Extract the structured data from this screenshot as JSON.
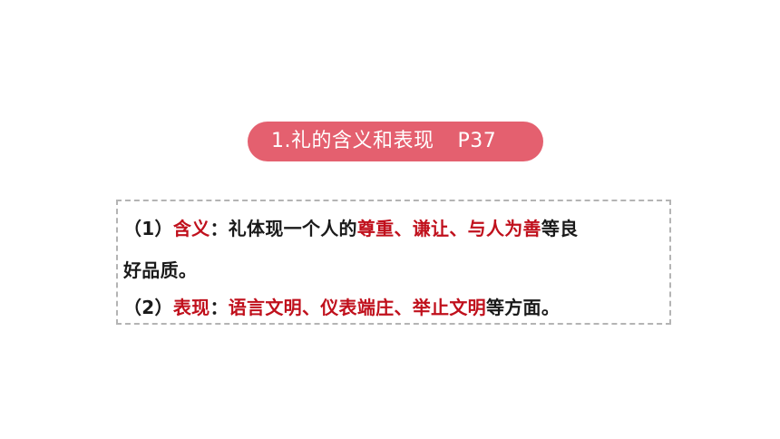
{
  "title": {
    "text": "1.礼的含义和表现",
    "page_ref": "P37"
  },
  "item1": {
    "num": "（1）",
    "label": "含义",
    "colon": "：",
    "text_before": "礼体现一个人的",
    "keywords": "尊重、谦让、与人为善",
    "text_after_line1": "等良",
    "text_line2": "好品质。"
  },
  "item2": {
    "num": "（2）",
    "label": "表现",
    "colon": "：",
    "keywords": "语言文明、仪表端庄、举止文明",
    "text_after": "等方面。"
  },
  "colors": {
    "pill_bg": "#e4606f",
    "keyword_red": "#c0101c",
    "dash_border": "#b4b4b4"
  }
}
